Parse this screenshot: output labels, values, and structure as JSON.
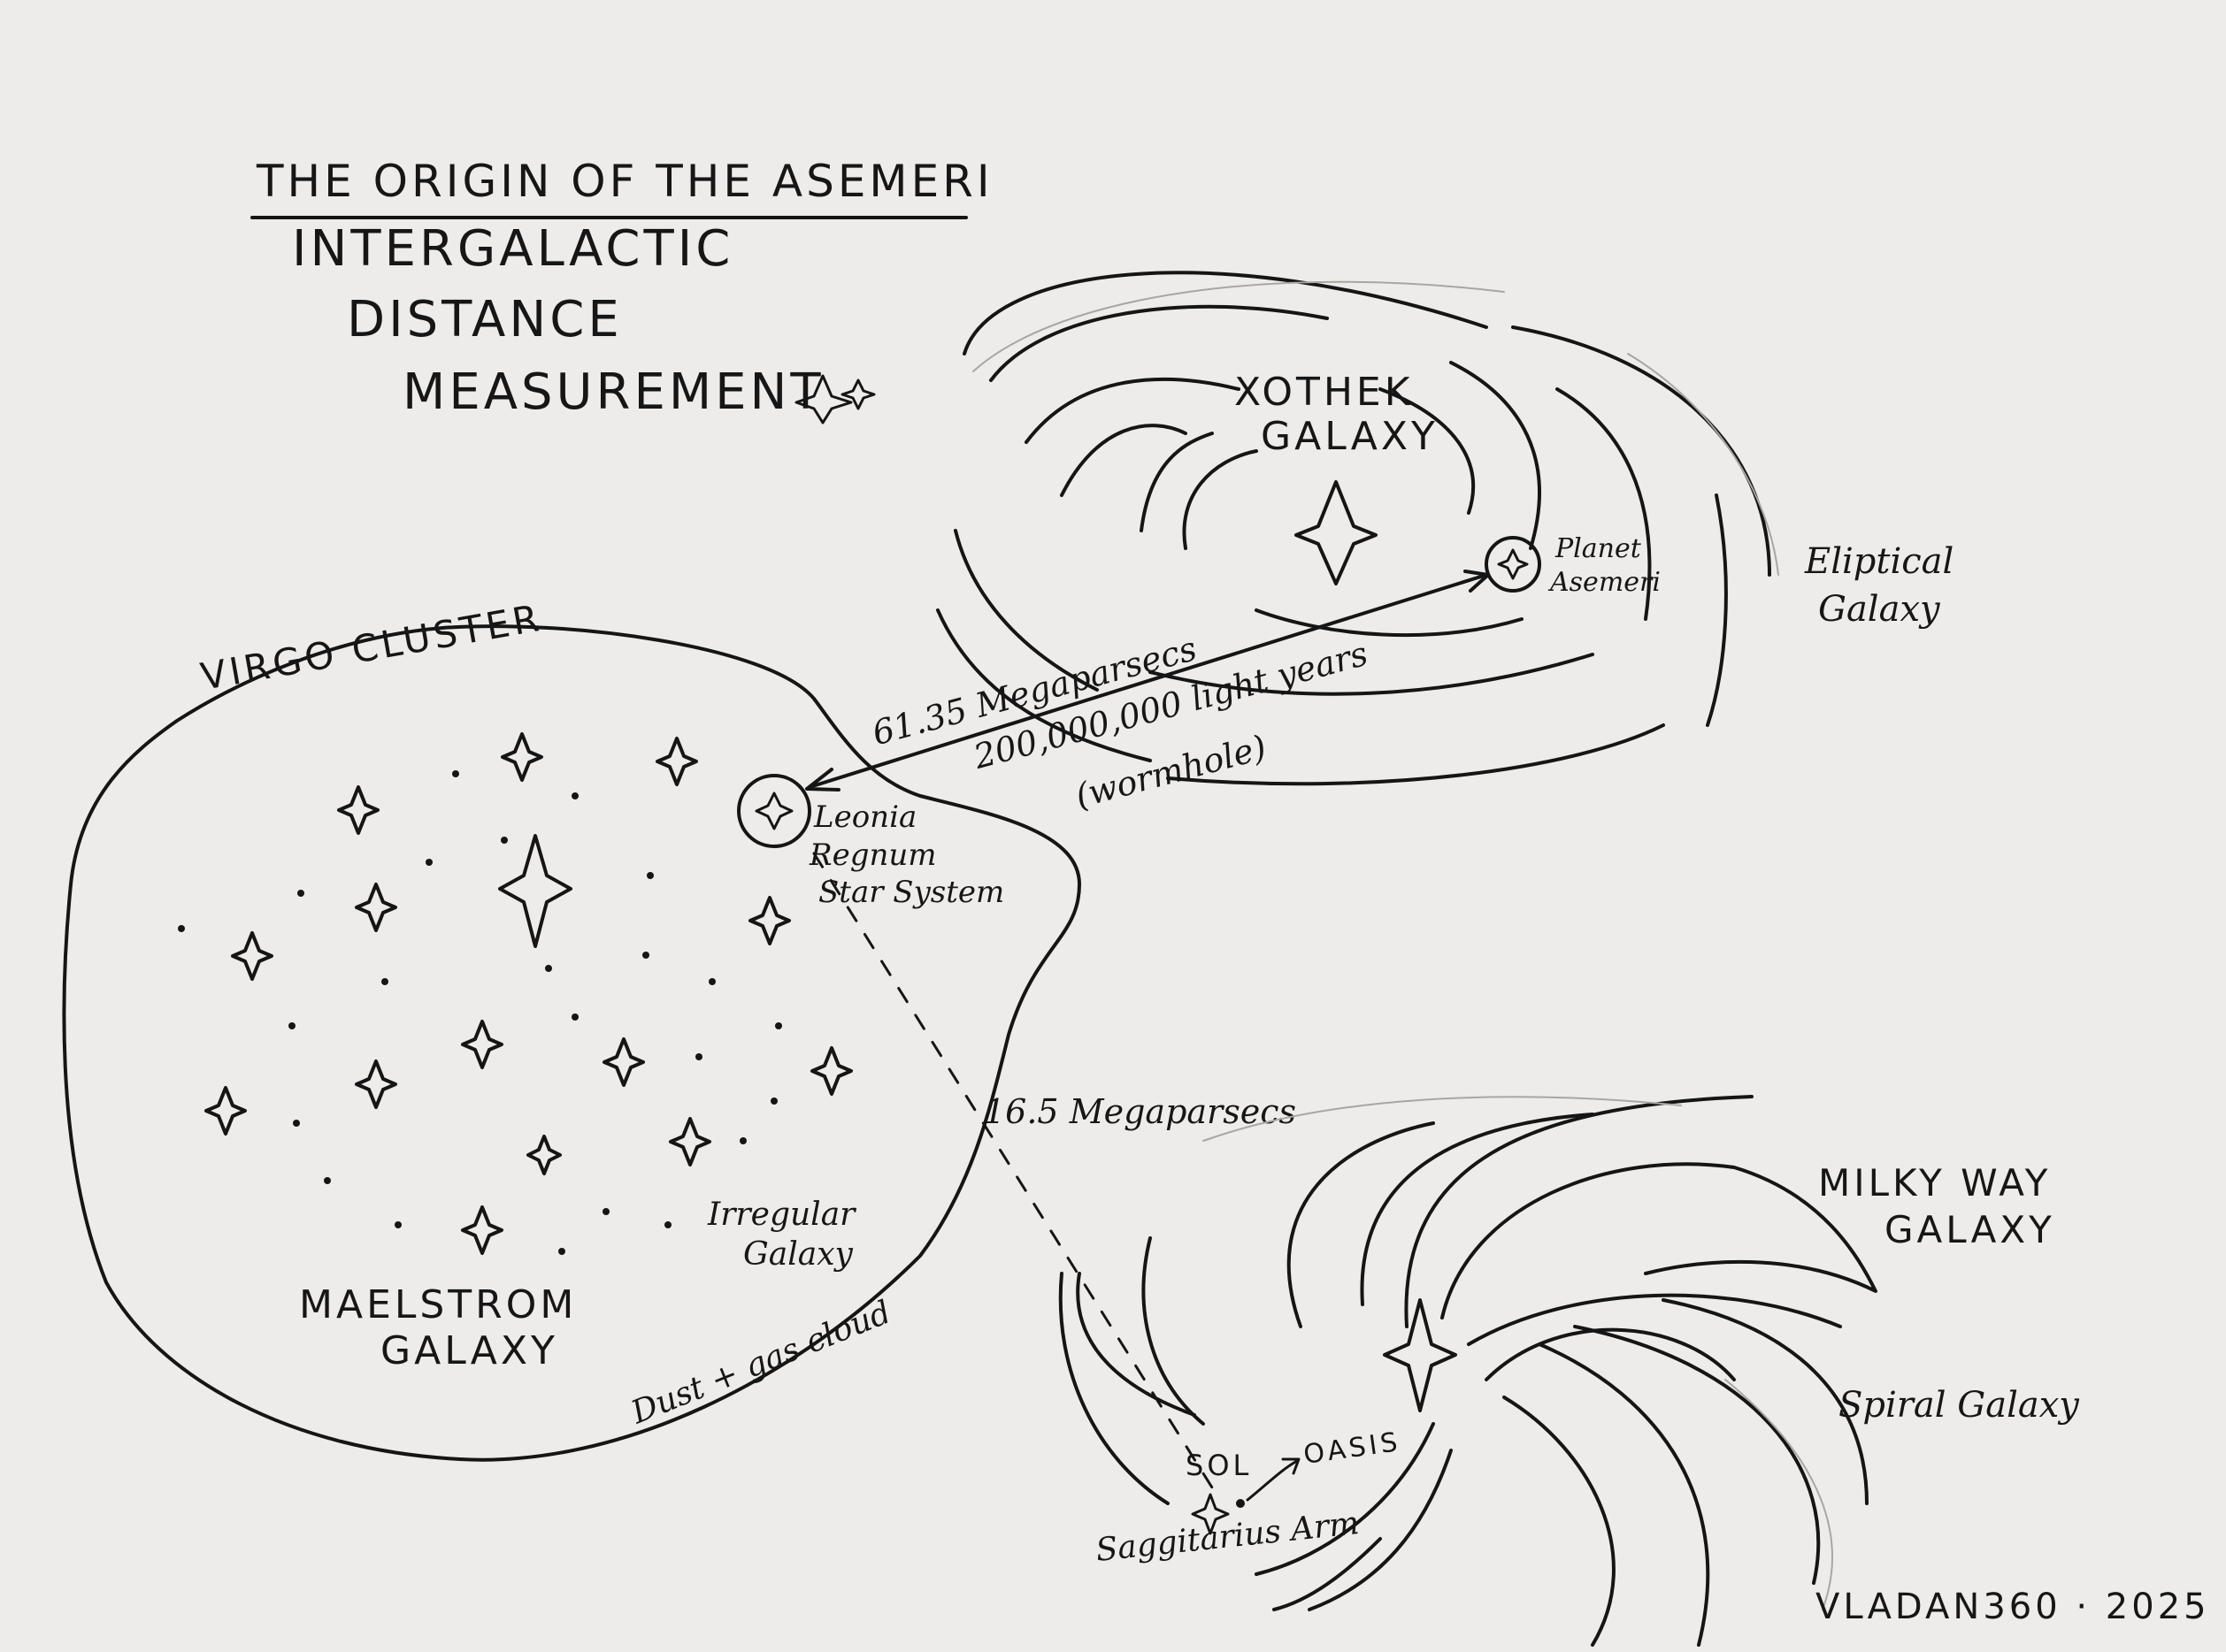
{
  "title": {
    "main": "THE ORIGIN OF THE ASEMERI",
    "line1": "INTERGALACTIC",
    "line2": "DISTANCE",
    "line3": "MEASUREMENT"
  },
  "xothek": {
    "name_line1": "XOTHEK",
    "name_line2": "GALAXY",
    "type_line1": "Eliptical",
    "type_line2": "Galaxy",
    "planet_line1": "Planet",
    "planet_line2": "Asemeri"
  },
  "virgo": {
    "cluster_label": "VIRGO CLUSTER",
    "system_line1": "Leonia",
    "system_line2": "Regnum",
    "system_line3": "Star System",
    "irregular_line1": "Irregular",
    "irregular_line2": "Galaxy",
    "maelstrom_line1": "MAELSTROM",
    "maelstrom_line2": "GALAXY",
    "dust_label": "Dust + gas cloud"
  },
  "wormhole": {
    "line1": "61.35 Megaparsecs",
    "line2": "200,000,000 light years",
    "line3": "(wormhole)"
  },
  "milky_way": {
    "distance_label": "16.5 Megaparsecs",
    "name_line1": "MILKY WAY",
    "name_line2": "GALAXY",
    "type_label": "Spiral Galaxy",
    "sol_label": "SOL",
    "oasis_label": "OASIS",
    "arm_label": "Saggitarius Arm"
  },
  "signature": "VLADAN360 · 2025",
  "colors": {
    "ink": "#151515",
    "paper": "#eeecea",
    "pencil": "#a9a6a2"
  }
}
